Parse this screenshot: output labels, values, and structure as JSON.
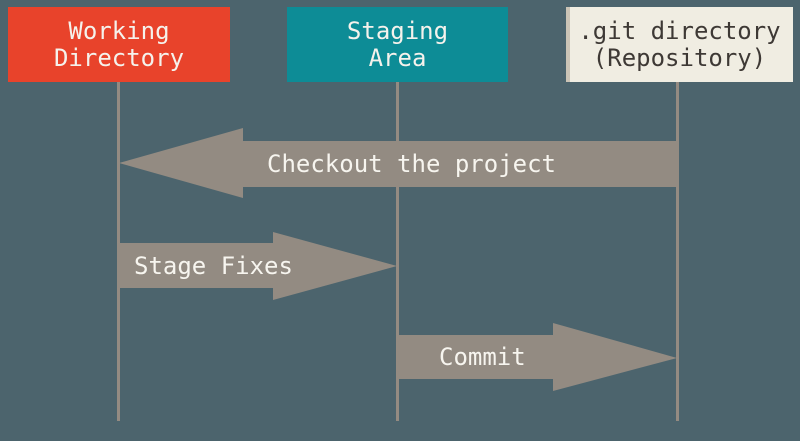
{
  "columns": [
    {
      "line1": "Working",
      "line2": "Directory",
      "box_color": "#e8432b",
      "text_color": "#f5f2ec"
    },
    {
      "line1": "Staging",
      "line2": "Area",
      "box_color": "#0d8c96",
      "text_color": "#f5f2ec"
    },
    {
      "line1": ".git directory",
      "line2": "(Repository)",
      "box_color": "#f0ede2",
      "text_color": "#3e3935"
    }
  ],
  "arrows": [
    {
      "label": "Checkout the project",
      "direction": "left",
      "from": ".git directory (Repository)",
      "to": "Working Directory"
    },
    {
      "label": "Stage Fixes",
      "direction": "right",
      "from": "Working Directory",
      "to": "Staging Area"
    },
    {
      "label": "Commit",
      "direction": "right",
      "from": "Staging Area",
      "to": ".git directory (Repository)"
    }
  ],
  "colors": {
    "background": "#4c646d",
    "arrow": "#938b82",
    "lifeline": "#948b82",
    "arrow_text": "#f7f5ef"
  }
}
